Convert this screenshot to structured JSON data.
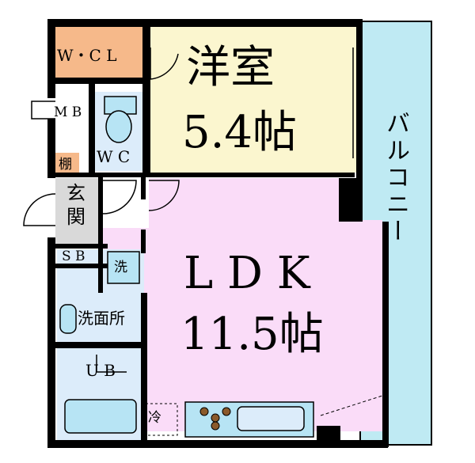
{
  "plan": {
    "rooms": {
      "wcl": "W・C L",
      "mb": "M B",
      "shelf": "棚",
      "wc": "W C",
      "entrance_top": "玄",
      "entrance_bottom": "関",
      "sb": "S B",
      "wash_machine": "洗",
      "washroom": "洗面所",
      "ub": "U B",
      "fridge": "冷"
    },
    "western_room": {
      "name": "洋室",
      "size": "5.4帖"
    },
    "ldk": {
      "name": "L D K",
      "size": "11.5帖"
    },
    "balcony": "バルコニー",
    "colors": {
      "wall": "#000000",
      "wcl": "#f6b98a",
      "western": "#fbf6cf",
      "ldk": "#fadcf8",
      "wet": "#dcecfa",
      "balcony": "#bfeaf3",
      "entrance": "#d9d9d9",
      "fixture": "#b7e4f4"
    }
  }
}
